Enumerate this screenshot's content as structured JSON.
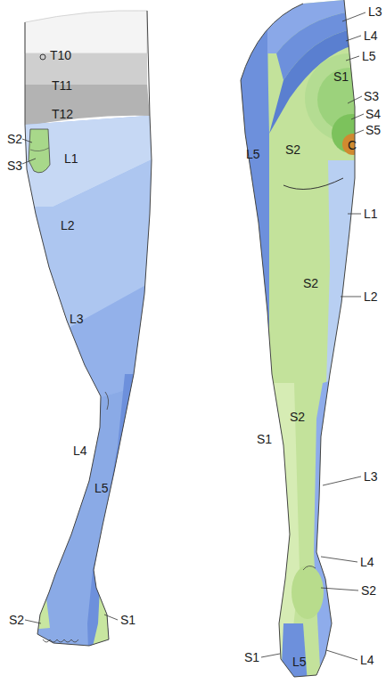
{
  "diagram": {
    "labels": [
      "T10",
      "T11",
      "T12",
      "S2",
      "L1",
      "S3",
      "L2",
      "L3",
      "L4",
      "L5",
      "S2",
      "S1",
      "L3",
      "L4",
      "L5",
      "S1",
      "S3",
      "S4",
      "S5",
      "C",
      "L5",
      "S2",
      "L1",
      "S2",
      "L2",
      "S2",
      "S1",
      "L3",
      "L4",
      "S2",
      "S1",
      "L5",
      "L4"
    ]
  }
}
